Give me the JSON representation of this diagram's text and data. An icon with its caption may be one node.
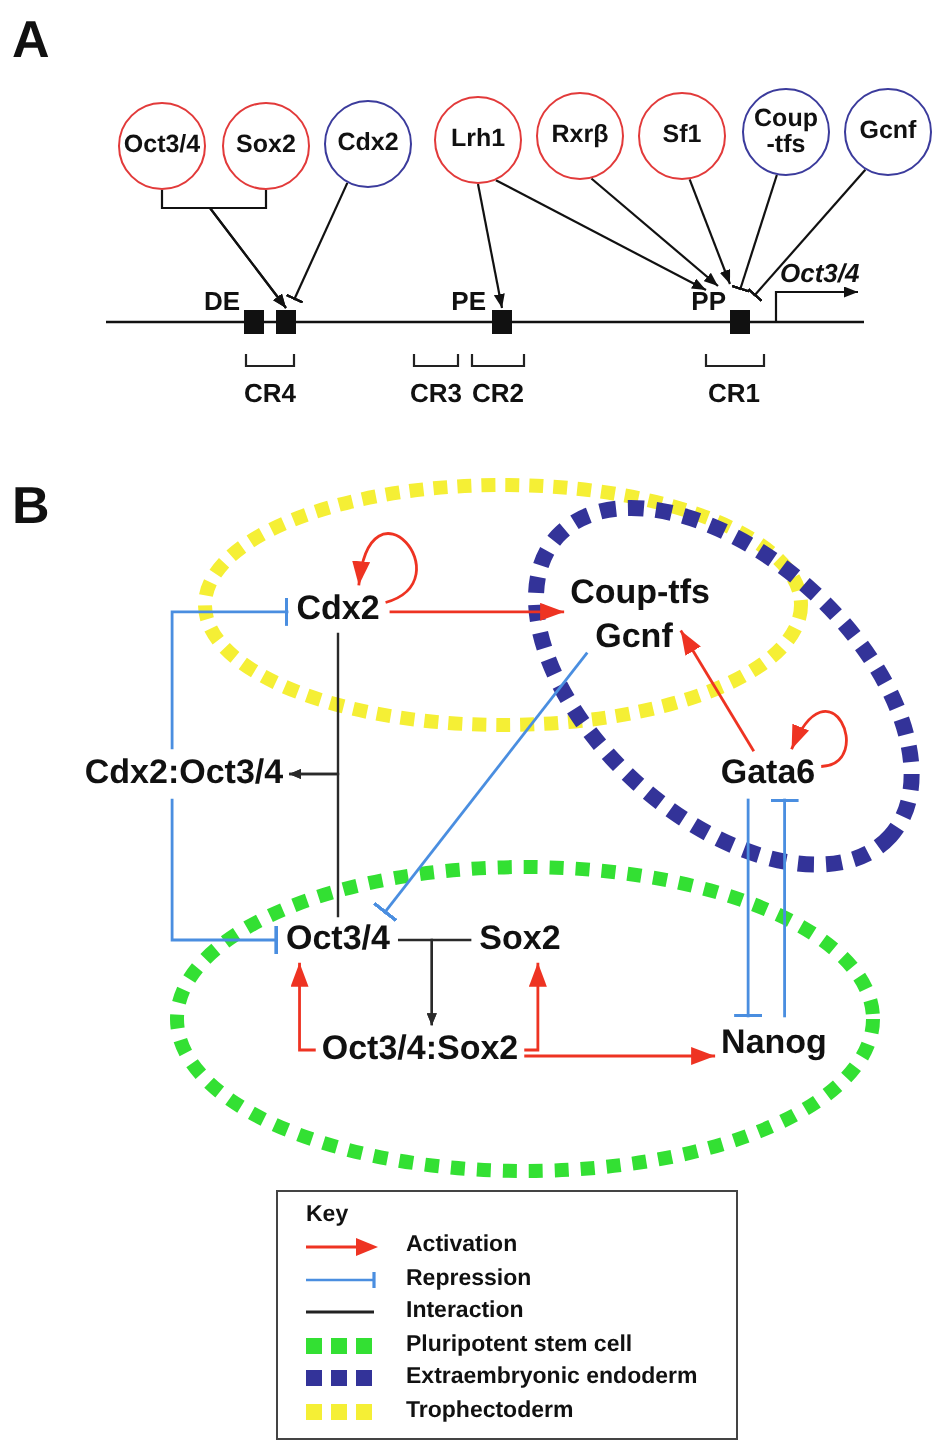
{
  "diagram": {
    "nodes": [
      {
        "text": [
          "Oct3/4"
        ]
      },
      {
        "text": [
          "Sox2"
        ]
      },
      {
        "text": [
          "Cdx2"
        ]
      },
      {
        "text": [
          "Lrh1"
        ]
      },
      {
        "text": [
          "Rxrβ"
        ]
      },
      {
        "text": [
          "Sf1"
        ]
      },
      {
        "text": [
          "Coup -tfs"
        ]
      },
      {
        "text": [
          "Gcnf"
        ]
      },
      {
        "text": [],
        "shape": "box",
        "beside": [
          "DE"
        ]
      },
      {
        "text": [],
        "shape": "box"
      },
      {
        "text": [],
        "shape": "box",
        "beside": [
          "PE"
        ]
      },
      {
        "text": [],
        "shape": "box",
        "beside": [
          "PP"
        ]
      },
      {
        "text": [],
        "shape": "ellipse"
      },
      {
        "text": [
          "Cdx2"
        ],
        "in": 12
      },
      {
        "text": [],
        "shape": "ellipse"
      },
      {
        "text": [
          "Coup-tfs"
        ]
      },
      {
        "text": [
          "Gcnf"
        ]
      },
      {
        "text": [
          "Gata6"
        ],
        "in": 14
      },
      {
        "text": [
          "Cdx2:Oct3/4"
        ]
      },
      {
        "text": [],
        "shape": "ellipse"
      },
      {
        "text": [
          "Oct3/4"
        ],
        "in": 19
      },
      {
        "text": [
          "Sox2"
        ],
        "in": 19
      },
      {
        "text": [
          "Oct3/4:Sox2"
        ],
        "in": 19
      },
      {
        "text": [
          "Nanog"
        ],
        "in": 19
      }
    ],
    "edges": [
      {
        "from": 0,
        "to": 9,
        "arrow": "to"
      },
      {
        "from": 1,
        "to": 9,
        "arrow": "to"
      },
      {
        "from": 2,
        "to": 9,
        "arrow": "other"
      },
      {
        "from": 3,
        "to": 10,
        "arrow": "to"
      },
      {
        "from": 3,
        "to": 11,
        "arrow": "to"
      },
      {
        "from": 4,
        "to": 11,
        "arrow": "to"
      },
      {
        "from": 5,
        "to": 11,
        "arrow": "to"
      },
      {
        "from": 6,
        "to": 11,
        "arrow": "other"
      },
      {
        "from": 7,
        "to": 11,
        "arrow": "other"
      },
      {
        "from": 13,
        "to": 13,
        "arrow": "to",
        "color": "#ee3322"
      },
      {
        "from": 13,
        "to": 15,
        "arrow": "to",
        "color": "#ee3322"
      },
      {
        "from": 17,
        "to": 17,
        "arrow": "to",
        "color": "#ee3322"
      },
      {
        "from": 17,
        "to": 16,
        "arrow": "to",
        "color": "#ee3322"
      },
      {
        "from": 16,
        "to": 20,
        "arrow": "other",
        "color": "#4a8ee0"
      },
      {
        "from": 18,
        "to": 13,
        "arrow": "other",
        "color": "#4a8ee0"
      },
      {
        "from": 18,
        "to": 20,
        "arrow": "other",
        "color": "#4a8ee0"
      },
      {
        "from": 13,
        "to": 18,
        "arrow": "to"
      },
      {
        "from": 20,
        "to": 18,
        "arrow": "to"
      },
      {
        "from": 20,
        "to": 22,
        "arrow": "to"
      },
      {
        "from": 21,
        "to": 22,
        "arrow": "to"
      },
      {
        "from": 22,
        "to": 20,
        "arrow": "to",
        "color": "#ee3322"
      },
      {
        "from": 22,
        "to": 21,
        "arrow": "to",
        "color": "#ee3322"
      },
      {
        "from": 22,
        "to": 23,
        "arrow": "to",
        "color": "#ee3322"
      },
      {
        "from": 17,
        "to": 23,
        "arrow": "other",
        "color": "#4a8ee0"
      },
      {
        "from": 23,
        "to": 17,
        "arrow": "other",
        "color": "#4a8ee0"
      }
    ],
    "labels": [
      "A",
      "Oct3/4",
      "CR4",
      "CR3",
      "CR2",
      "CR1",
      "B",
      "Key"
    ],
    "legend": [
      {
        "text": "Activation"
      },
      {
        "text": "Repression"
      },
      {
        "text": "Interaction"
      },
      {
        "text": "Pluripotent stem cell",
        "color": "#33e033"
      },
      {
        "text": "Extraembryonic endoderm",
        "color": "#333399"
      },
      {
        "text": "Trophectoderm",
        "color": "#f5ef35"
      }
    ]
  }
}
